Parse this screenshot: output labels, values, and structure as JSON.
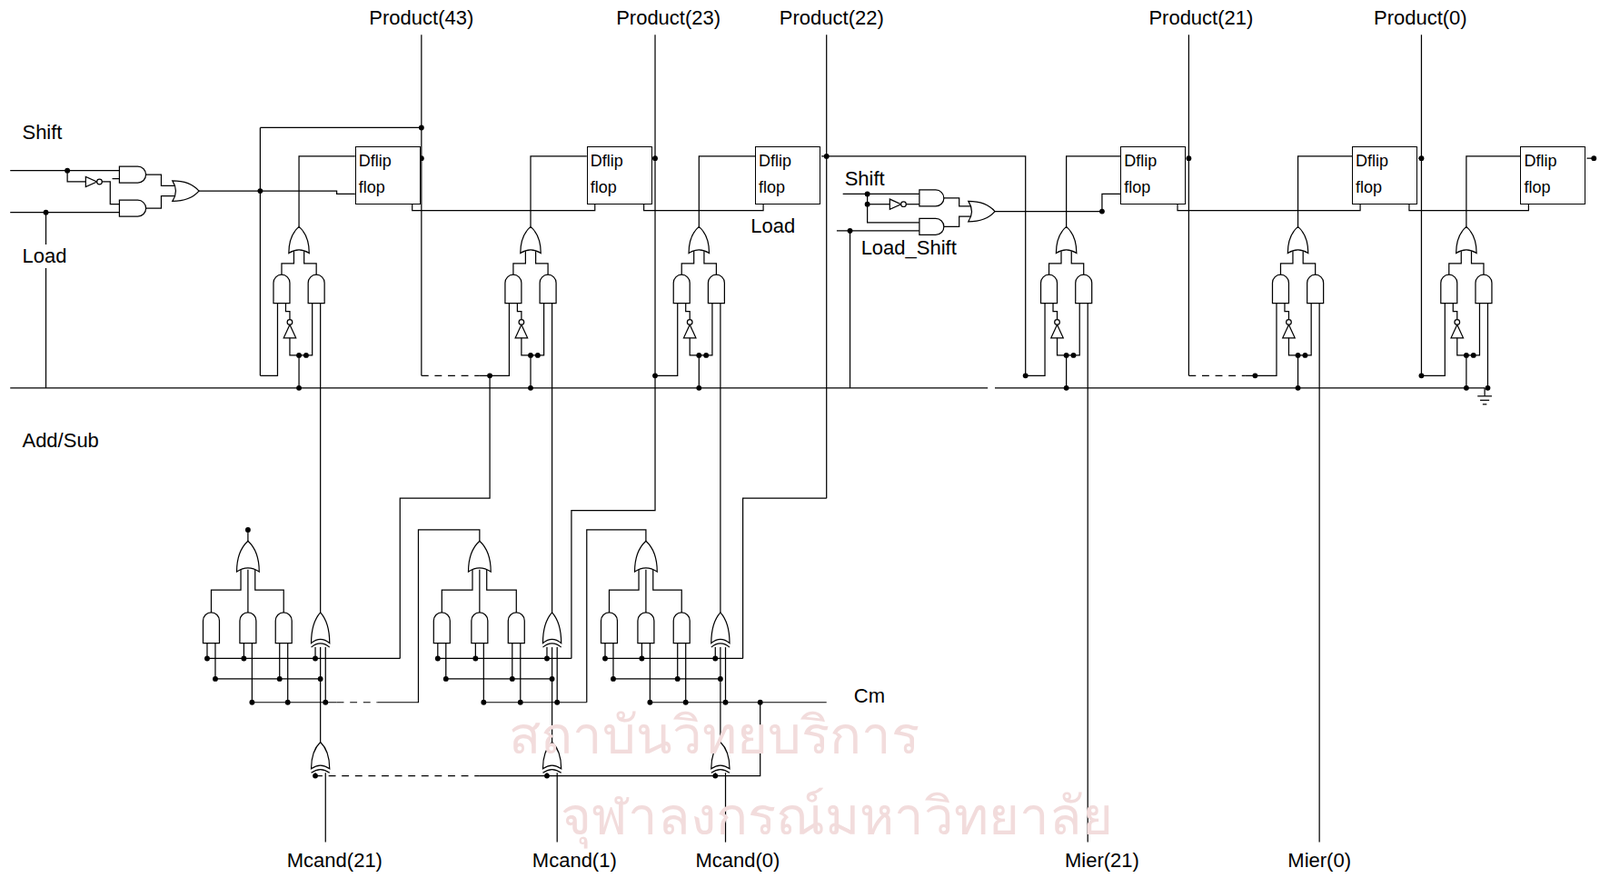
{
  "diagram": {
    "nodes": [
      {
        "text": [
          "Dflip flop"
        ]
      },
      {
        "text": [
          "Dflip flop"
        ]
      },
      {
        "text": [
          "Dflip flop"
        ]
      },
      {
        "text": [
          "Dflip flop"
        ]
      },
      {
        "text": [
          "Dflip flop"
        ]
      },
      {
        "text": [
          "Dflip flop"
        ]
      }
    ],
    "edges": [
      {
        "from": 0,
        "to": 1,
        "arrow": "none"
      },
      {
        "from": 1,
        "to": 2,
        "arrow": "none"
      },
      {
        "from": 3,
        "to": 4,
        "arrow": "none"
      },
      {
        "from": 4,
        "to": 5,
        "arrow": "none"
      }
    ],
    "labels": [
      "Product(43)",
      "Product(23)",
      "Product(22)",
      "Product(21)",
      "Product(0)",
      "Shift",
      "Load",
      "Add/Sub",
      "Shift",
      "Load",
      "Load_Shift",
      "Cm",
      "Mcand(21)",
      "Mcand(1)",
      "Mcand(0)",
      "Mier(21)",
      "Mier(0)",
      "สถาบันวิทยบริการ",
      "จุฬาลงกรณ์มหาวิทยาลัย"
    ]
  }
}
